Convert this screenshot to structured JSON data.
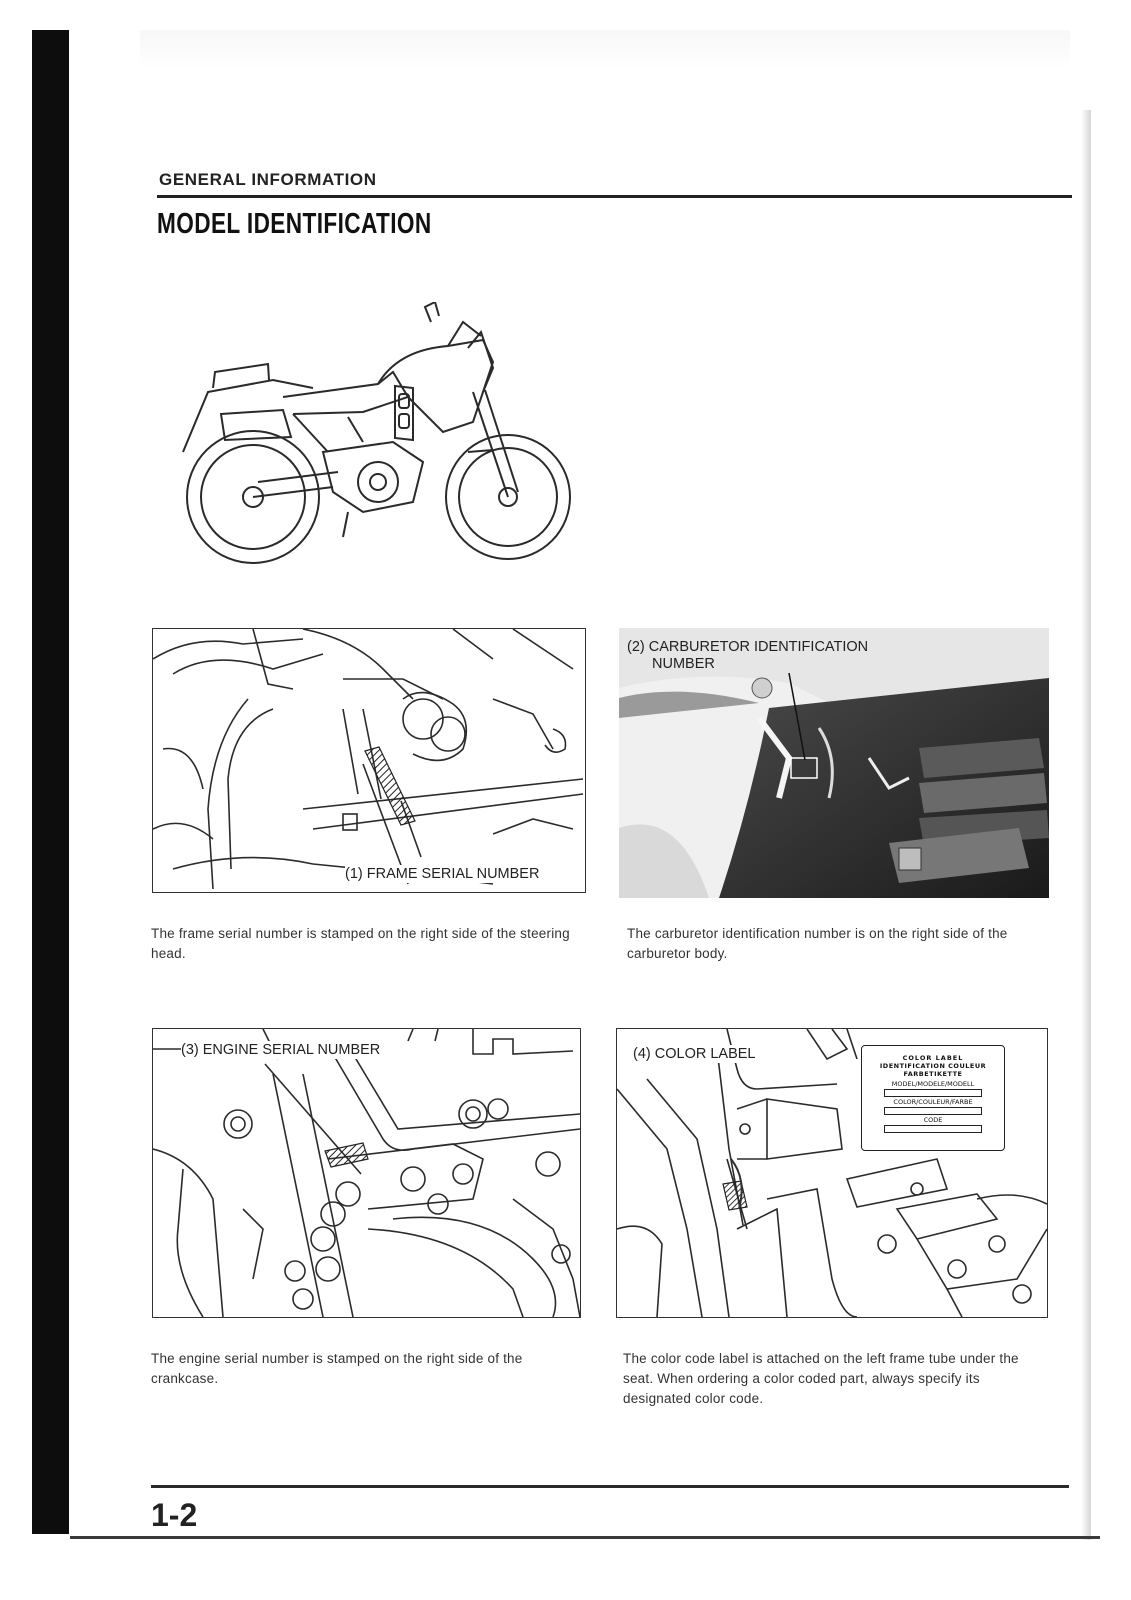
{
  "header": {
    "section": "GENERAL INFORMATION",
    "title": "MODEL IDENTIFICATION"
  },
  "figures": {
    "frame": {
      "callout": "(1) FRAME SERIAL NUMBER",
      "caption": "The frame serial number is stamped on the right side of the steering head."
    },
    "carburetor": {
      "callout_line1": "(2) CARBURETOR IDENTIFICATION",
      "callout_line2": "NUMBER",
      "caption": "The carburetor identification number is on the right side of the carburetor body."
    },
    "engine": {
      "callout": "(3) ENGINE SERIAL NUMBER",
      "caption": "The engine serial number is stamped on the right side of the crankcase."
    },
    "color_label": {
      "callout": "(4) COLOR LABEL",
      "label_line1": "COLOR LABEL",
      "label_line2": "IDENTIFICATION COULEUR",
      "label_line3": "FARBETIKETTE",
      "label_line4": "MODEL/MODELE/MODELL",
      "label_line5": "COLOR/COULEUR/FARBE",
      "label_line6": "CODE",
      "caption": "The color code label is attached on the left frame tube under the seat. When ordering a color coded part, always specify its designated color code."
    }
  },
  "footer": {
    "page_number": "1-2"
  }
}
